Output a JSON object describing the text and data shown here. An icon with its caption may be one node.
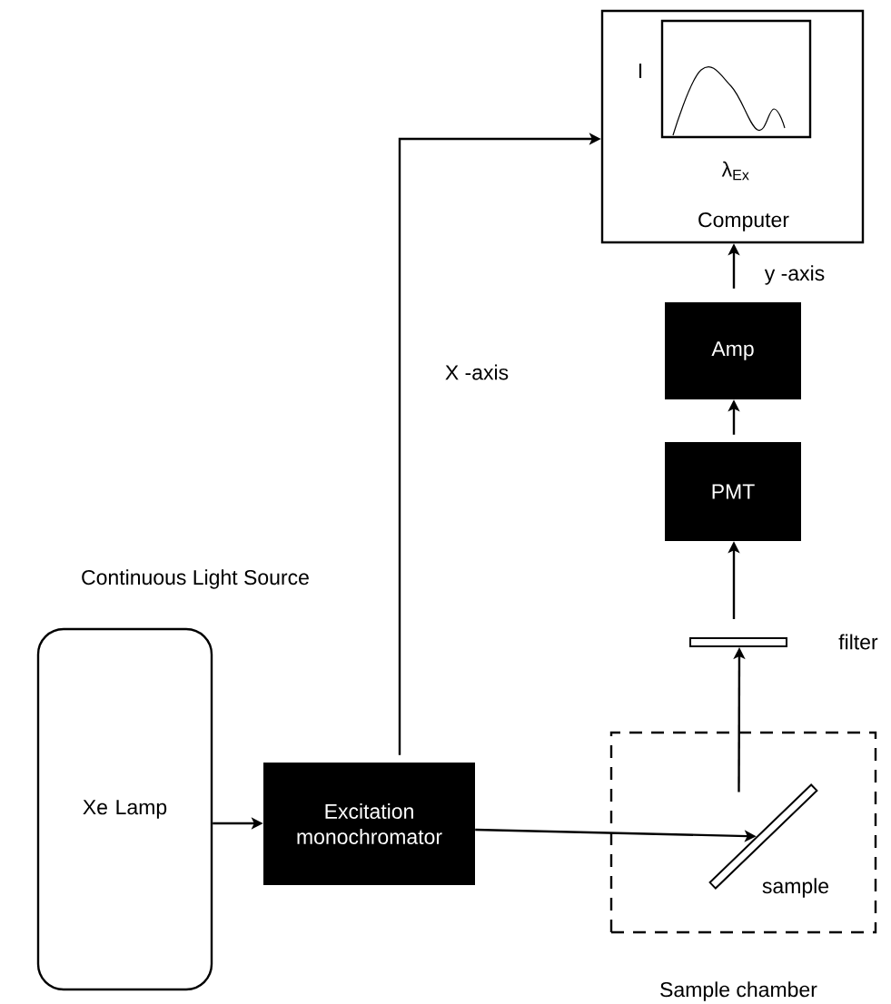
{
  "diagram": {
    "nodes": [
      {
        "text": [
          "Computer"
        ]
      },
      {
        "text": [],
        "shape": "picture",
        "in": 0
      },
      {
        "text": [
          "Amp"
        ]
      },
      {
        "text": [
          "PMT"
        ]
      },
      {
        "text": [],
        "shape": "bar",
        "beside": [
          "filter"
        ]
      },
      {
        "text": [
          "Xe Lamp"
        ],
        "beside": [
          "Continuous Light Source"
        ]
      },
      {
        "text": [
          "Excitation monochromator"
        ]
      },
      {
        "text": [
          "Sample chamber"
        ]
      },
      {
        "text": [],
        "shape": "bar",
        "in": 7,
        "beside": [
          "sample"
        ]
      }
    ],
    "edges": [
      {
        "from": 5,
        "to": 6,
        "arrow": "to"
      },
      {
        "from": 6,
        "to": 8,
        "arrow": "to"
      },
      {
        "from": 6,
        "to": 0,
        "arrow": "to",
        "label": "X -axis"
      },
      {
        "from": 8,
        "to": 4,
        "arrow": "to"
      },
      {
        "from": 4,
        "to": 3,
        "arrow": "to"
      },
      {
        "from": 3,
        "to": 2,
        "arrow": "to"
      },
      {
        "from": 2,
        "to": 0,
        "arrow": "to",
        "label": "y -axis"
      }
    ],
    "labels": [
      "I",
      "λ$_{Ex}$"
    ]
  }
}
